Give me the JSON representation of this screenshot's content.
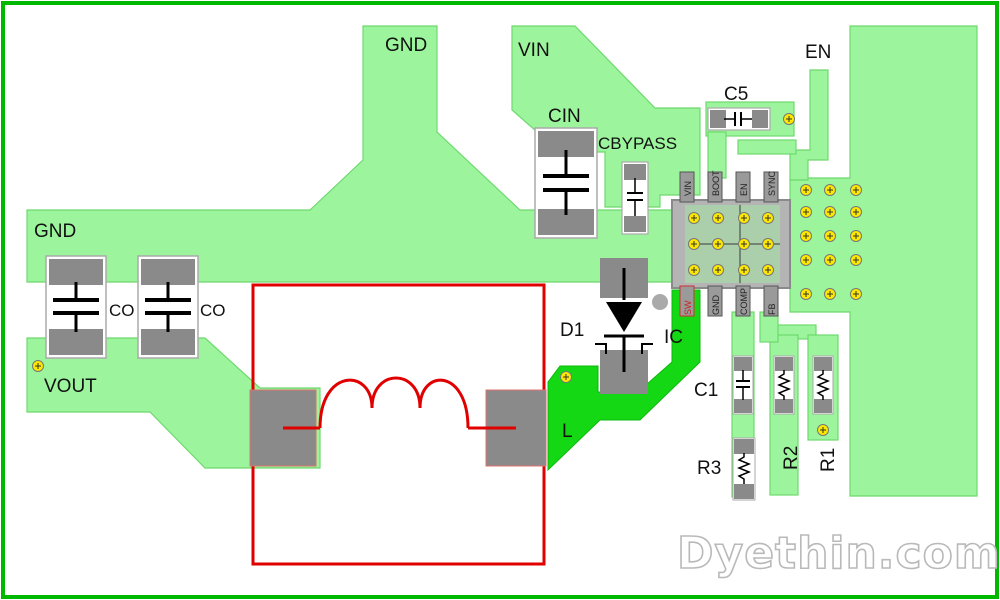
{
  "labels": {
    "gnd_top": "GND",
    "gnd_left": "GND",
    "vin": "VIN",
    "en": "EN",
    "cin": "CIN",
    "cbypass": "CBYPASS",
    "c5": "C5",
    "co1": "CO",
    "co2": "CO",
    "vout": "VOUT",
    "d1": "D1",
    "ic": "IC",
    "l": "L",
    "c1": "C1",
    "r1": "R1",
    "r2": "R2",
    "r3": "R3"
  },
  "ic_pins": {
    "vin": "VIN",
    "boot": "BOOT",
    "en": "EN",
    "sync": "SYNC",
    "sw": "SW",
    "gnd": "GND",
    "comp": "COMP",
    "fb": "FB"
  },
  "watermark": "Dyethin.com",
  "colors": {
    "border": "#00b800",
    "copper": "#9cf59c",
    "copper_edge": "#6ed86e",
    "sw_node": "#13d813",
    "pad": "#8a8a8a",
    "inductor": "#e00000",
    "via": "#ffe800"
  }
}
